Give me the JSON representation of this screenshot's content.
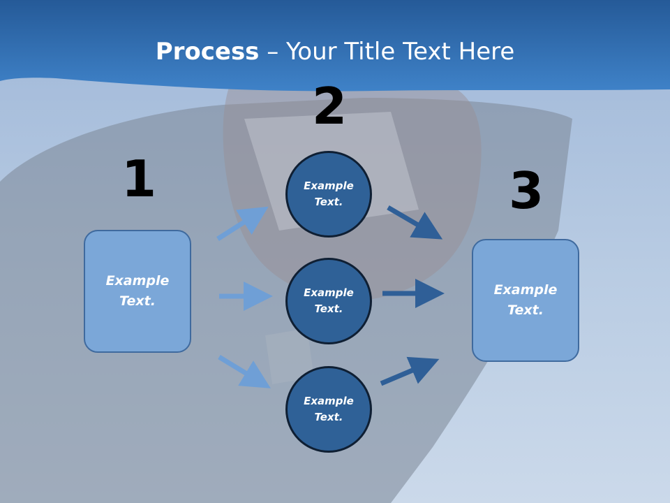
{
  "slide": {
    "title_bold": "Process",
    "title_rest": " – Your Title Text Here"
  },
  "steps": {
    "step1": "1",
    "step2": "2",
    "step3": "3"
  },
  "nodes": {
    "left_box": "Example\nText.",
    "circle_top": "Example\nText.",
    "circle_middle": "Example\nText.",
    "circle_bottom": "Example\nText.",
    "right_box": "Example\nText."
  },
  "colors": {
    "header_blue": "#2f6aab",
    "box_fill": "#7ba7d8",
    "circle_fill": "#2f6197",
    "arrow_light": "#6f9fd6",
    "arrow_dark": "#2f5f97"
  }
}
